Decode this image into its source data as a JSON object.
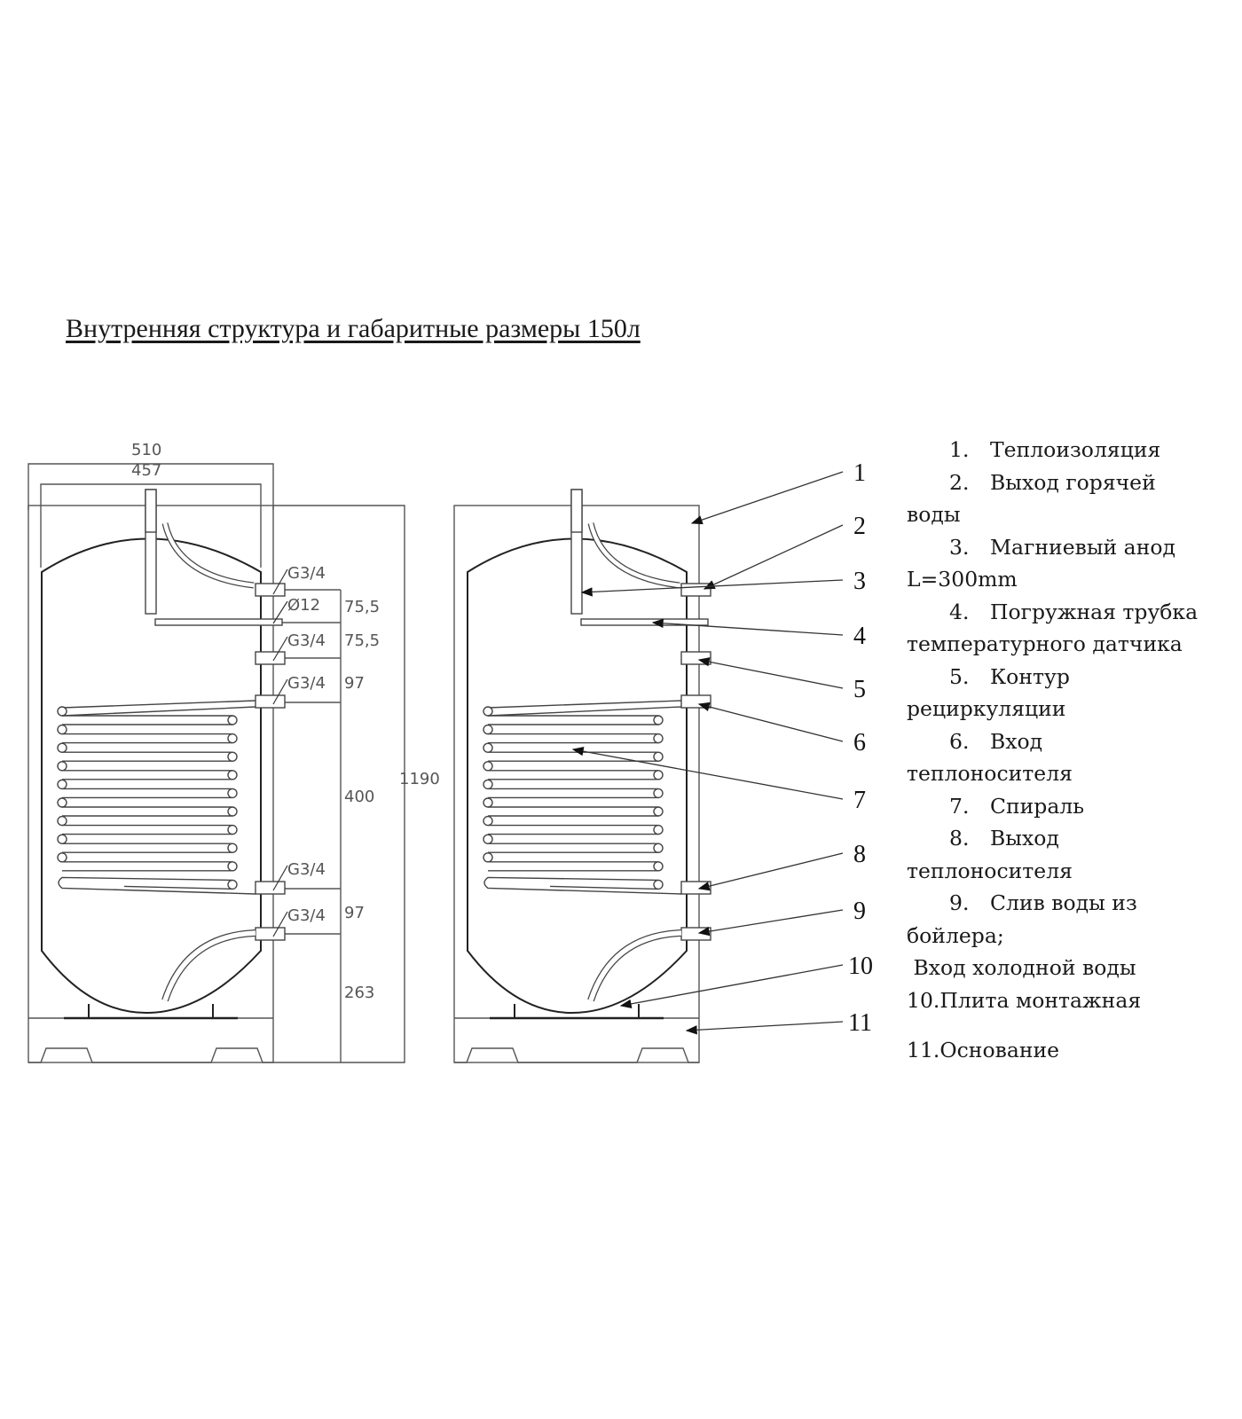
{
  "title": "Внутренняя структура и габаритные размеры 150л",
  "dimensions": {
    "outer_width": "510",
    "inner_width": "457",
    "total_height": "1190",
    "fittings": [
      "G3/4",
      "Ø12",
      "G3/4",
      "G3/4",
      "G3/4",
      "G3/4"
    ],
    "spacings": [
      "75,5",
      "75,5",
      "97",
      "400",
      "97",
      "263"
    ]
  },
  "callouts": [
    "1",
    "2",
    "3",
    "4",
    "5",
    "6",
    "7",
    "8",
    "9",
    "10",
    "11"
  ],
  "legend": [
    {
      "num": "1.",
      "text": "Теплоизоляция",
      "cont": ""
    },
    {
      "num": "2.",
      "text": "Выход горячей",
      "cont": "воды"
    },
    {
      "num": "3.",
      "text": "Магниевый анод",
      "cont": "L=300mm"
    },
    {
      "num": "4.",
      "text": "Погружная трубка",
      "cont": "температурного датчика"
    },
    {
      "num": "5.",
      "text": "Контур",
      "cont": "рециркуляции"
    },
    {
      "num": "6.",
      "text": "Вход",
      "cont": "теплоносителя"
    },
    {
      "num": "7.",
      "text": "Спираль",
      "cont": ""
    },
    {
      "num": "8.",
      "text": "Выход",
      "cont": "теплоносителя"
    },
    {
      "num": "9.",
      "text": "Слив воды из",
      "cont": "бойлера;"
    },
    {
      "extra": " Вход холодной воды"
    },
    {
      "plain": "10.Плита монтажная"
    },
    {
      "plain": "11.Основание"
    }
  ]
}
